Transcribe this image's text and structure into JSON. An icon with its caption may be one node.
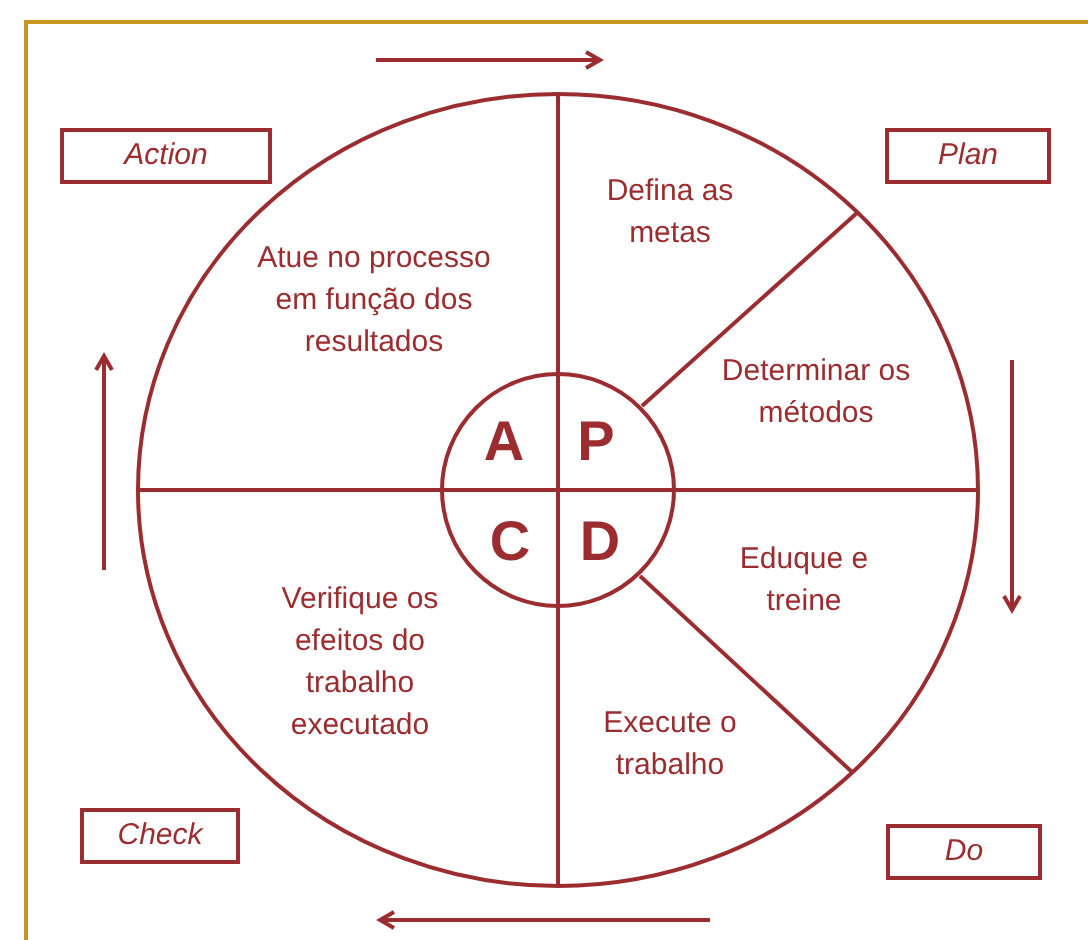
{
  "diagram": {
    "nodes": [
      {
        "text": [
          "Action"
        ]
      },
      {
        "text": [
          "Plan"
        ]
      },
      {
        "text": [
          "Check"
        ]
      },
      {
        "text": [
          "Do"
        ]
      },
      {
        "text": [
          "A"
        ]
      },
      {
        "text": [
          "P"
        ]
      },
      {
        "text": [
          "C"
        ]
      },
      {
        "text": [
          "D"
        ]
      },
      {
        "text": [
          "Atue no processo em função dos resultados"
        ]
      },
      {
        "text": [
          "Defina as metas"
        ]
      },
      {
        "text": [
          "Determinar os métodos"
        ]
      },
      {
        "text": [
          "Eduque e treine"
        ]
      },
      {
        "text": [
          "Execute o trabalho"
        ]
      },
      {
        "text": [
          "Verifique os efeitos do trabalho executado"
        ]
      }
    ]
  }
}
